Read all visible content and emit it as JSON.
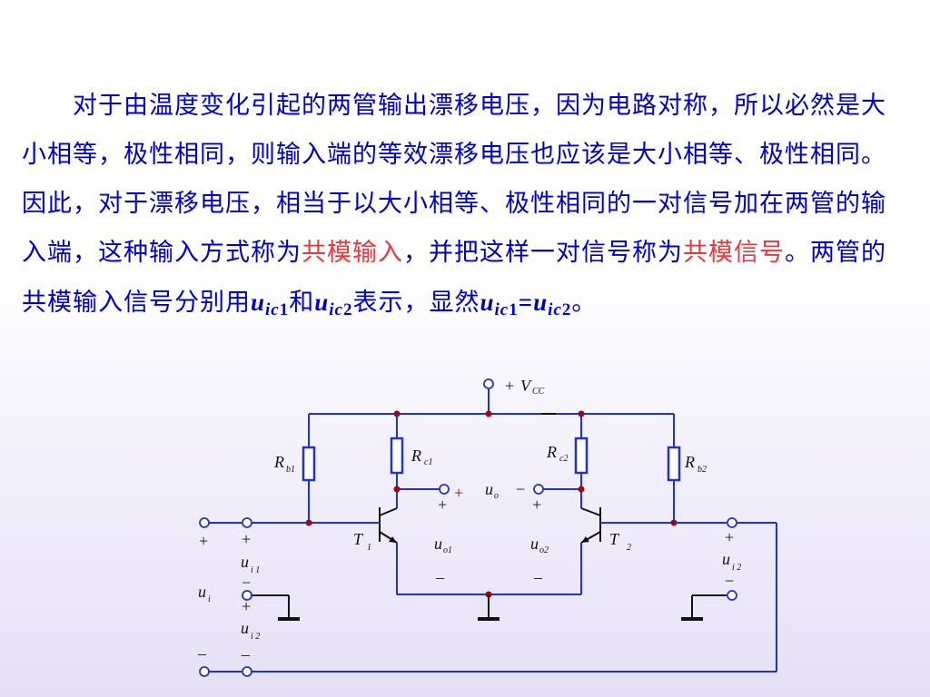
{
  "paragraph": {
    "p1": "对于由温度变化引起的两管输出漂移电压，因为电路对称，所以必然是大小相等，极性相同，则输入端的等效漂移电压也应该是大小相等、极性相同。因此，对于漂移电压，相当于以大小相等、极性相同的一对信号加在两管的输入端，这种输入方式称为",
    "term1": "共模输入",
    "p2": "，并把这样一对信号称为",
    "term2": "共模信号",
    "p3": "。两管的共模输入信号分别用",
    "var": "u",
    "sub_ic": "ic",
    "one": "1",
    "two": "2",
    "and": "和",
    "p4": "表示，显然",
    "eq": "=",
    "end": "。"
  },
  "circuit": {
    "vcc": {
      "plus": "+",
      "main": "V",
      "sub": "CC"
    },
    "rb1": {
      "main": "R",
      "sub": "b1"
    },
    "rc1": {
      "main": "R",
      "sub": "c1"
    },
    "rc2": {
      "main": "R",
      "sub": "c2"
    },
    "rb2": {
      "main": "R",
      "sub": "b2"
    },
    "t1": {
      "main": "T",
      "sub": "1"
    },
    "t2": {
      "main": "T",
      "sub": "2"
    },
    "uo": {
      "main": "u",
      "sub": "o"
    },
    "uo1": {
      "main": "u",
      "sub": "o1"
    },
    "uo2": {
      "main": "u",
      "sub": "o2"
    },
    "ui": {
      "main": "u",
      "sub": "i"
    },
    "ui1": {
      "main": "u",
      "sub": "i 1"
    },
    "ui2": {
      "main": "u",
      "sub": "i 2"
    },
    "plus": "+",
    "minus": "−",
    "minus_dash": "–"
  }
}
